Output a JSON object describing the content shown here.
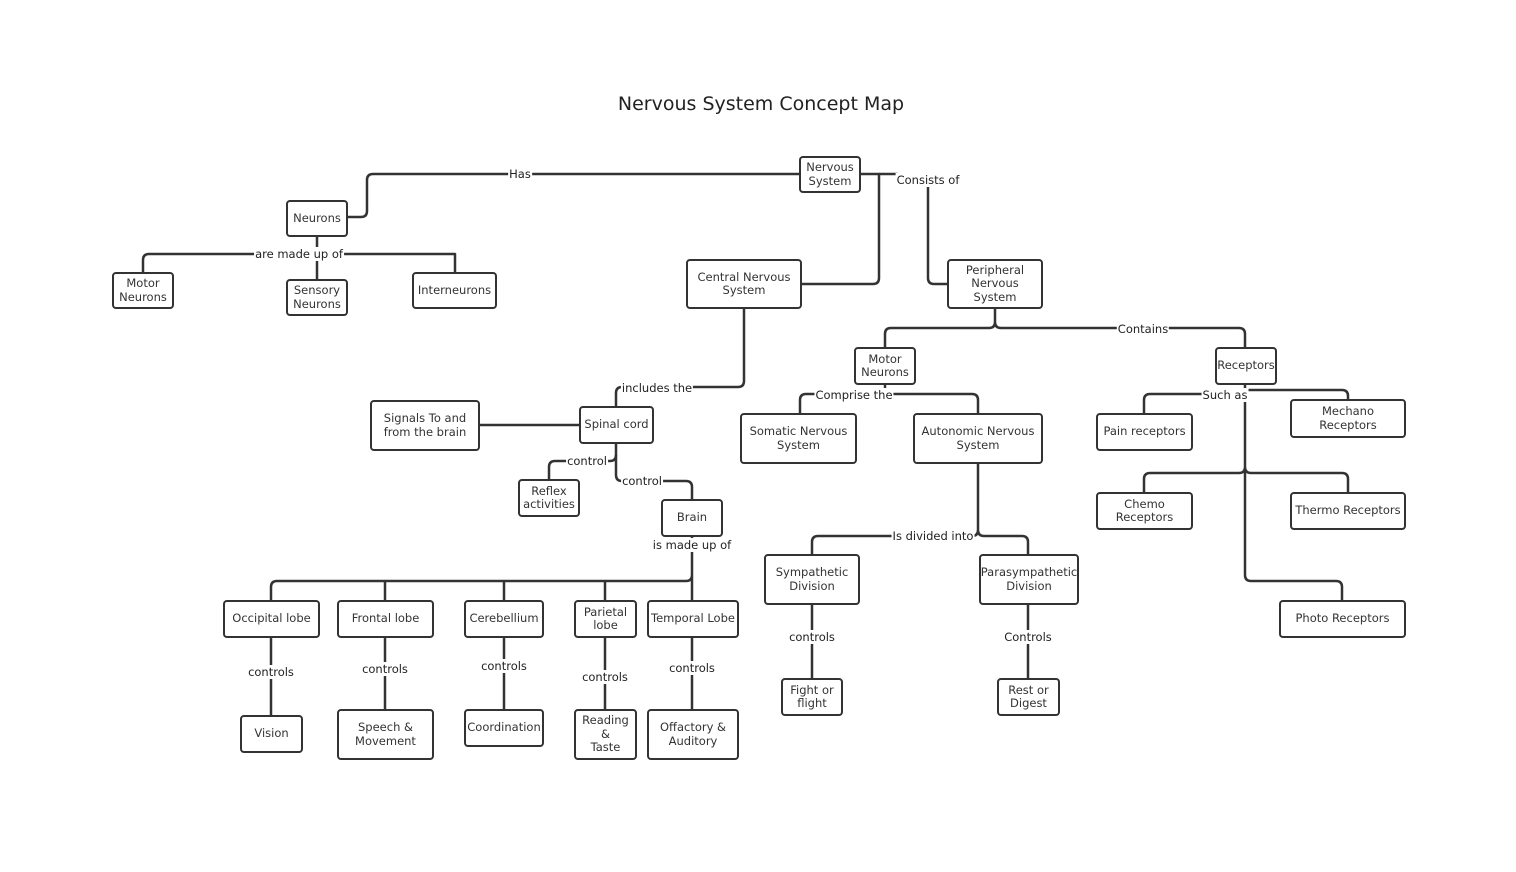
{
  "title": "Nervous System Concept Map",
  "nodes": {
    "nervous_system": "Nervous\nSystem",
    "neurons": "Neurons",
    "motor_neurons_1": "Motor\nNeurons",
    "sensory_neurons": "Sensory\nNeurons",
    "interneurons": "Interneurons",
    "cns": "Central Nervous\nSystem",
    "pns": "Peripheral\nNervous\nSystem",
    "spinal_cord": "Spinal cord",
    "signals": "Signals To and\nfrom the brain",
    "reflex": "Reflex\nactivities",
    "brain": "Brain",
    "occipital": "Occipital lobe",
    "frontal": "Frontal lobe",
    "cerebellium": "Cerebellium",
    "parietal": "Parietal\nlobe",
    "temporal": "Temporal Lobe",
    "vision": "Vision",
    "speech": "Speech &\nMovement",
    "coordination": "Coordination",
    "reading": "Reading &\nTaste",
    "offactory": "Offactory &\nAuditory",
    "motor_neurons_2": "Motor\nNeurons",
    "somatic": "Somatic Nervous\nSystem",
    "autonomic": "Autonomic Nervous\nSystem",
    "sympathetic": "Sympathetic\nDivision",
    "parasympathetic": "Parasympathetic\nDivision",
    "fight": "Fight or\nflight",
    "rest": "Rest or\nDigest",
    "receptors": "Receptors",
    "pain": "Pain receptors",
    "mechano": "Mechano Receptors",
    "chemo": "Chemo\nReceptors",
    "thermo": "Thermo Receptors",
    "photo": "Photo Receptors"
  },
  "links": {
    "has": "Has",
    "consists_of": "Consists of",
    "are_made_up_of": "are made up of",
    "includes_the": "includes the",
    "control_reflex": "control",
    "control_brain": "control",
    "is_made_up_of": "is made up of",
    "controls_vision": "controls",
    "controls_speech": "controls",
    "controls_coordination": "controls",
    "controls_reading": "controls",
    "controls_offactory": "controls",
    "contains": "Contains",
    "comprise_the": "Comprise the",
    "is_divided_into": "Is divided into",
    "controls_fight": "controls",
    "controls_rest": "Controls",
    "such_as": "Such as"
  }
}
